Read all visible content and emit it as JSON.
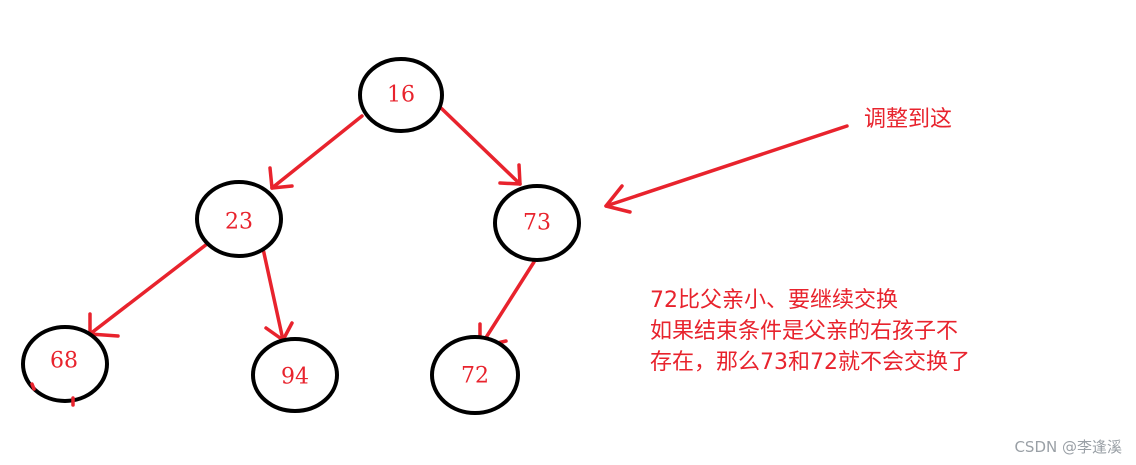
{
  "diagram": {
    "nodes": [
      {
        "id": "n16",
        "label": "16"
      },
      {
        "id": "n23",
        "label": "23"
      },
      {
        "id": "n73",
        "label": "73"
      },
      {
        "id": "n68",
        "label": "68"
      },
      {
        "id": "n94",
        "label": "94"
      },
      {
        "id": "n72",
        "label": "72"
      }
    ],
    "edges": [
      {
        "from": "n16",
        "to": "n23"
      },
      {
        "from": "n16",
        "to": "n73"
      },
      {
        "from": "n23",
        "to": "n68"
      },
      {
        "from": "n23",
        "to": "n94"
      },
      {
        "from": "n73",
        "to": "n72"
      }
    ],
    "callout": {
      "text": "调整到这",
      "target": "n73"
    },
    "explanation": {
      "lines": [
        "72比父亲小、要继续交换",
        "如果结束条件是父亲的右孩子不",
        "存在，那么73和72就不会交换了"
      ]
    }
  },
  "watermark": "CSDN @李逢溪",
  "colors": {
    "accent": "#e8232d",
    "node_stroke": "#000000",
    "watermark": "#9aa0a6"
  }
}
